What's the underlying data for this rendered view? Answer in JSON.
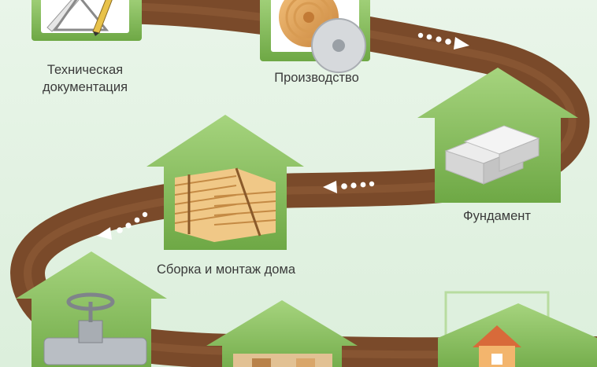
{
  "steps": {
    "documentation": {
      "label_line1": "Техническая",
      "label_line2": "документация",
      "icon": "drafting-tools-icon"
    },
    "production": {
      "label": "Производство",
      "icon": "saw-log-icon"
    },
    "foundation": {
      "label": "Фундамент",
      "icon": "concrete-blocks-icon"
    },
    "assembly": {
      "label": "Сборка и монтаж дома",
      "icon": "log-house-frame-icon"
    },
    "utilities": {
      "icon": "pipe-valve-icon"
    },
    "finishing": {
      "icon": "interior-icon"
    },
    "ready_house": {
      "icon": "house-icon"
    }
  },
  "colors": {
    "road": "#7a4a2a",
    "road_light": "#93603a",
    "house_green": "#8cc063",
    "house_green_dark": "#6ea845",
    "arrow_dots": "#ffffff"
  }
}
